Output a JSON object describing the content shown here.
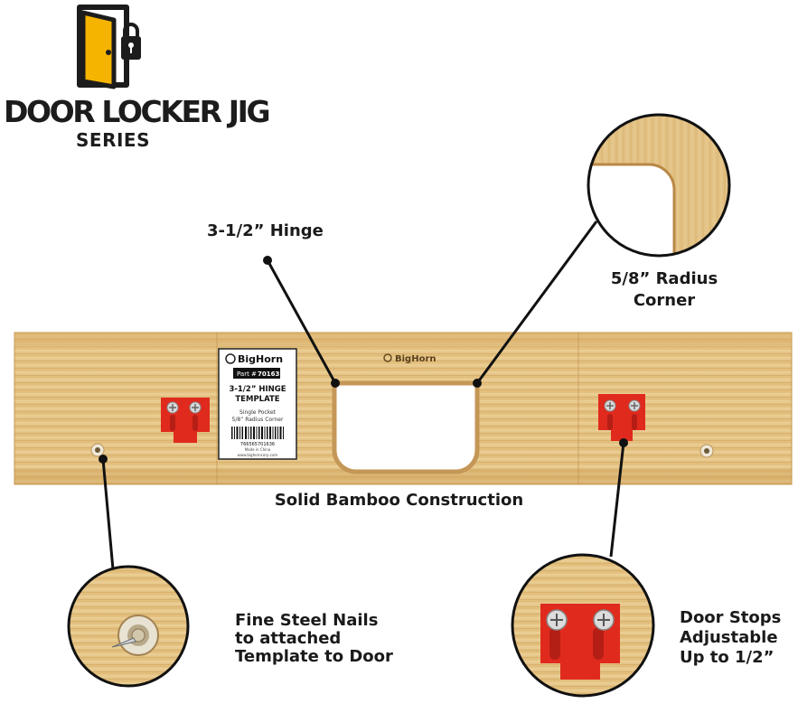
{
  "brand": {
    "line1": "DOOR LOCKER JIG",
    "line2": "SERIES"
  },
  "callouts": {
    "hinge": "3-1/2” Hinge",
    "radius_line1": "5/8” Radius",
    "radius_line2": "Corner",
    "construction": "Solid Bamboo Construction",
    "nails_line1": "Fine Steel Nails",
    "nails_line2": "to attached",
    "nails_line3": "Template to Door",
    "stops_line1": "Door Stops",
    "stops_line2": "Adjustable",
    "stops_line3": "Up to 1/2”"
  },
  "product_label": {
    "brand": "BigHorn",
    "part_prefix": "Part #",
    "part_number": "70163",
    "title_line1": "3-1/2” HINGE",
    "title_line2": "TEMPLATE",
    "sub_line1": "Single Pocket",
    "sub_line2": "5/8” Radius Corner",
    "barcode_number": "766565701636",
    "made_in": "Made in China",
    "website": "www.bighorncorp.com"
  },
  "board_engraving": "BigHorn",
  "colors": {
    "bamboo_light": "#e9c98a",
    "bamboo_mid": "#d9b06a",
    "bamboo_dark": "#c9984e",
    "stop_red": "#e02a1e",
    "logo_yellow": "#f5b400",
    "ink": "#1a1a1a"
  }
}
